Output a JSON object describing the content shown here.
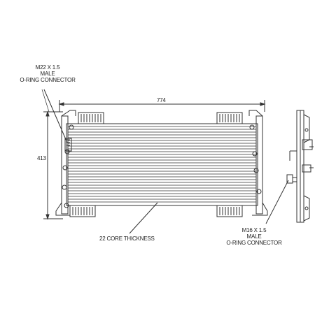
{
  "callouts": {
    "top_left": {
      "line1": "M22 X 1.5",
      "line2": "MALE",
      "line3": "O-RING CONNECTOR"
    },
    "bottom_right": {
      "line1": "M16 X 1.5",
      "line2": "MALE",
      "line3": "O-RING CONNECTOR"
    }
  },
  "dimensions": {
    "width": "774",
    "height": "413",
    "core_thickness": "22 CORE THICKNESS"
  },
  "colors": {
    "line": "#333333",
    "background": "#ffffff"
  }
}
